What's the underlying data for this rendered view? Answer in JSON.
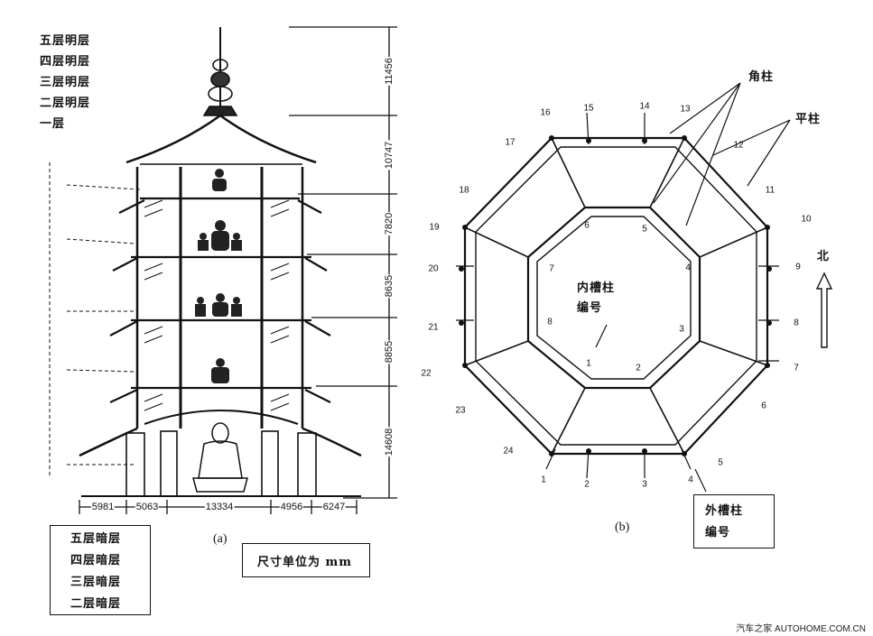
{
  "elevation": {
    "bright_floors": [
      "五层明层",
      "四层明层",
      "三层明层",
      "二层明层",
      "一层"
    ],
    "dark_floors": [
      "五层暗层",
      "四层暗层",
      "三层暗层",
      "二层暗层"
    ],
    "horizontal_dims": [
      "5981",
      "5063",
      "13334",
      "4956",
      "6247"
    ],
    "vertical_dims": [
      "11456",
      "10747",
      "7820",
      "8635",
      "8855",
      "14608"
    ],
    "caption": "(a)",
    "unit_note": "尺寸单位为 mm"
  },
  "plan": {
    "caption": "(b)",
    "north_label": "北",
    "corner_column": "角柱",
    "flat_column": "平柱",
    "inner_columns_label": [
      "内槽柱",
      "编号"
    ],
    "outer_columns_label": [
      "外槽柱",
      "编号"
    ],
    "outer_numbers": [
      "1",
      "2",
      "3",
      "4",
      "5",
      "6",
      "7",
      "8",
      "9",
      "10",
      "11",
      "12",
      "13",
      "14",
      "15",
      "16",
      "17",
      "18",
      "19",
      "20",
      "21",
      "22",
      "23",
      "24"
    ],
    "inner_numbers": [
      "1",
      "2",
      "3",
      "4",
      "5",
      "6",
      "7",
      "8"
    ]
  },
  "footer": "汽车之家  AUTOHOME.COM.CN"
}
